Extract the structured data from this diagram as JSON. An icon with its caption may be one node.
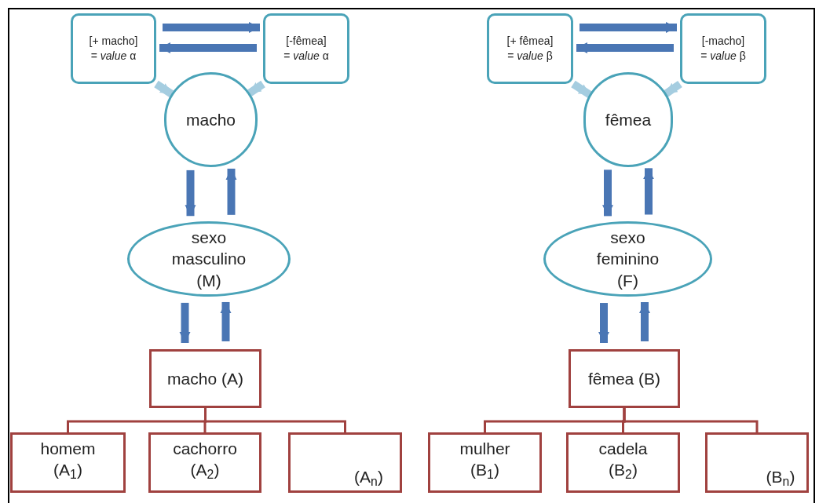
{
  "diagram": {
    "nodes": [
      {
        "text": [
          "[+ macho] = *value* α"
        ]
      },
      {
        "text": [
          "[-fêmea] = *value* α"
        ]
      },
      {
        "text": [
          "macho"
        ]
      },
      {
        "text": [
          "sexo masculino (M)"
        ]
      },
      {
        "text": [
          "macho (A)"
        ]
      },
      {
        "text": [
          "homem (A$_{1}$)"
        ]
      },
      {
        "text": [
          "cachorro (A$_{2}$)"
        ]
      },
      {
        "text": [
          "(A$_{n}$)"
        ]
      },
      {
        "text": [
          "[+ fêmea] = *value* β"
        ]
      },
      {
        "text": [
          "[-macho] = *value* β"
        ]
      },
      {
        "text": [
          "fêmea"
        ]
      },
      {
        "text": [
          "sexo feminino (F)"
        ]
      },
      {
        "text": [
          "fêmea (B)"
        ]
      },
      {
        "text": [
          "mulher (B$_{1}$)"
        ]
      },
      {
        "text": [
          "cadela (B$_{2}$)"
        ]
      },
      {
        "text": [
          "(B$_{n}$)"
        ]
      }
    ],
    "edges": [
      {
        "from": 0,
        "to": 1,
        "arrow": "to"
      },
      {
        "from": 1,
        "to": 0,
        "arrow": "to"
      },
      {
        "from": 0,
        "to": 2,
        "arrow": "to",
        "color": "#a5cde0"
      },
      {
        "from": 1,
        "to": 2,
        "arrow": "to",
        "color": "#a5cde0"
      },
      {
        "from": 2,
        "to": 3,
        "arrow": "to"
      },
      {
        "from": 3,
        "to": 2,
        "arrow": "to"
      },
      {
        "from": 3,
        "to": 4,
        "arrow": "to"
      },
      {
        "from": 4,
        "to": 3,
        "arrow": "to"
      },
      {
        "from": 4,
        "to": 5,
        "arrow": "none",
        "color": "#a0413f"
      },
      {
        "from": 4,
        "to": 6,
        "arrow": "none",
        "color": "#a0413f"
      },
      {
        "from": 4,
        "to": 7,
        "arrow": "none",
        "color": "#a0413f"
      },
      {
        "from": 8,
        "to": 9,
        "arrow": "to"
      },
      {
        "from": 9,
        "to": 8,
        "arrow": "to"
      },
      {
        "from": 8,
        "to": 10,
        "arrow": "to",
        "color": "#a5cde0"
      },
      {
        "from": 9,
        "to": 10,
        "arrow": "to",
        "color": "#a5cde0"
      },
      {
        "from": 10,
        "to": 11,
        "arrow": "to"
      },
      {
        "from": 11,
        "to": 10,
        "arrow": "to"
      },
      {
        "from": 11,
        "to": 12,
        "arrow": "to"
      },
      {
        "from": 12,
        "to": 11,
        "arrow": "to"
      },
      {
        "from": 12,
        "to": 13,
        "arrow": "none",
        "color": "#a0413f"
      },
      {
        "from": 12,
        "to": 14,
        "arrow": "none",
        "color": "#a0413f"
      },
      {
        "from": 12,
        "to": 15,
        "arrow": "none",
        "color": "#a0413f"
      }
    ]
  }
}
